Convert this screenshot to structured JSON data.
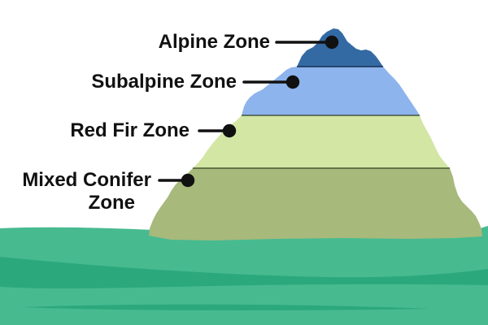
{
  "diagram": {
    "type": "mountain-elevation-zones",
    "background_color": "#ffffff",
    "zones": [
      {
        "label": "Alpine Zone",
        "color": "#346AA4",
        "divider_color": "#16304f"
      },
      {
        "label": "Subalpine Zone",
        "color": "#8DB4ED",
        "divider_color": "#44523f"
      },
      {
        "label": "Red Fir Zone",
        "color": "#D3E6A4",
        "divider_color": "#4b5633"
      },
      {
        "label": "Mixed Conifer Zone",
        "label_lines": [
          "Mixed Conifer",
          "Zone"
        ],
        "color": "#A7B97B"
      }
    ],
    "ground": {
      "color": "#47BA90",
      "streak_color": "#2CA87D"
    },
    "annotation": {
      "color": "#111111"
    }
  }
}
